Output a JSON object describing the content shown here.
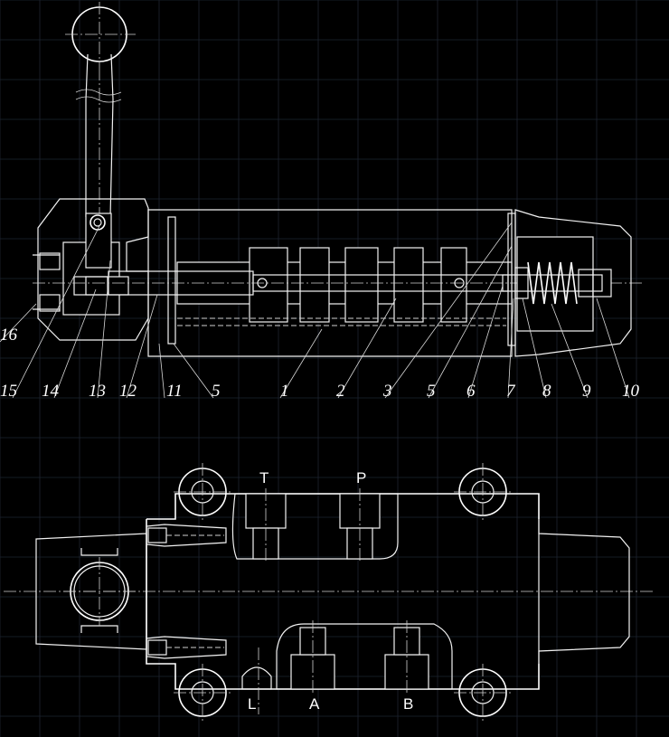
{
  "colors": {
    "background": "#000000",
    "line": "#f2f2f2",
    "grid": "#1d2430"
  },
  "section_view": {
    "part_labels": [
      "16",
      "15",
      "14",
      "13",
      "12",
      "11",
      "5",
      "1",
      "2",
      "3",
      "5",
      "6",
      "7",
      "8",
      "9",
      "10"
    ]
  },
  "plan_view": {
    "ports": {
      "t": "T",
      "p": "P",
      "l": "L",
      "a": "A",
      "b": "B"
    }
  }
}
